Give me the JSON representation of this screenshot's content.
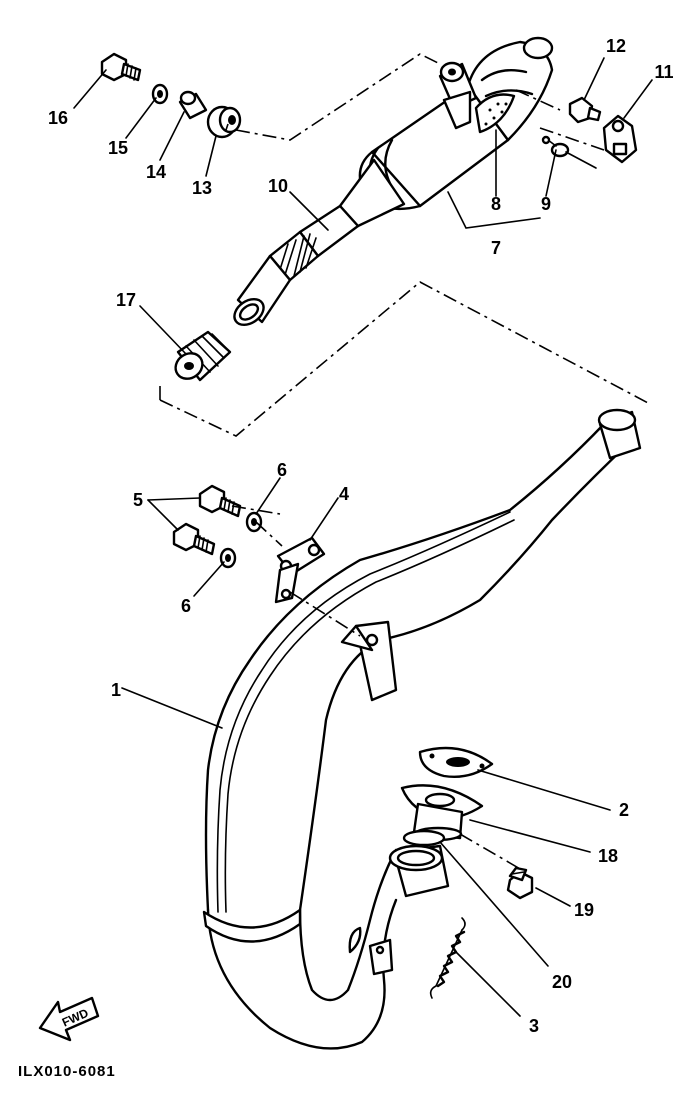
{
  "diagram": {
    "code": "ILX010-6081",
    "direction_marker": "FWD",
    "callouts": [
      {
        "id": "c16",
        "text": "16"
      },
      {
        "id": "c15",
        "text": "15"
      },
      {
        "id": "c14",
        "text": "14"
      },
      {
        "id": "c13",
        "text": "13"
      },
      {
        "id": "c12",
        "text": "12"
      },
      {
        "id": "c11",
        "text": "11"
      },
      {
        "id": "c10",
        "text": "10"
      },
      {
        "id": "c9",
        "text": "9"
      },
      {
        "id": "c8",
        "text": "8"
      },
      {
        "id": "c7",
        "text": "7"
      },
      {
        "id": "c17",
        "text": "17"
      },
      {
        "id": "c6a",
        "text": "6"
      },
      {
        "id": "c5",
        "text": "5"
      },
      {
        "id": "c4",
        "text": "4"
      },
      {
        "id": "c6b",
        "text": "6"
      },
      {
        "id": "c1",
        "text": "1"
      },
      {
        "id": "c2",
        "text": "2"
      },
      {
        "id": "c18",
        "text": "18"
      },
      {
        "id": "c19",
        "text": "19"
      },
      {
        "id": "c20",
        "text": "20"
      },
      {
        "id": "c3",
        "text": "3"
      }
    ]
  }
}
